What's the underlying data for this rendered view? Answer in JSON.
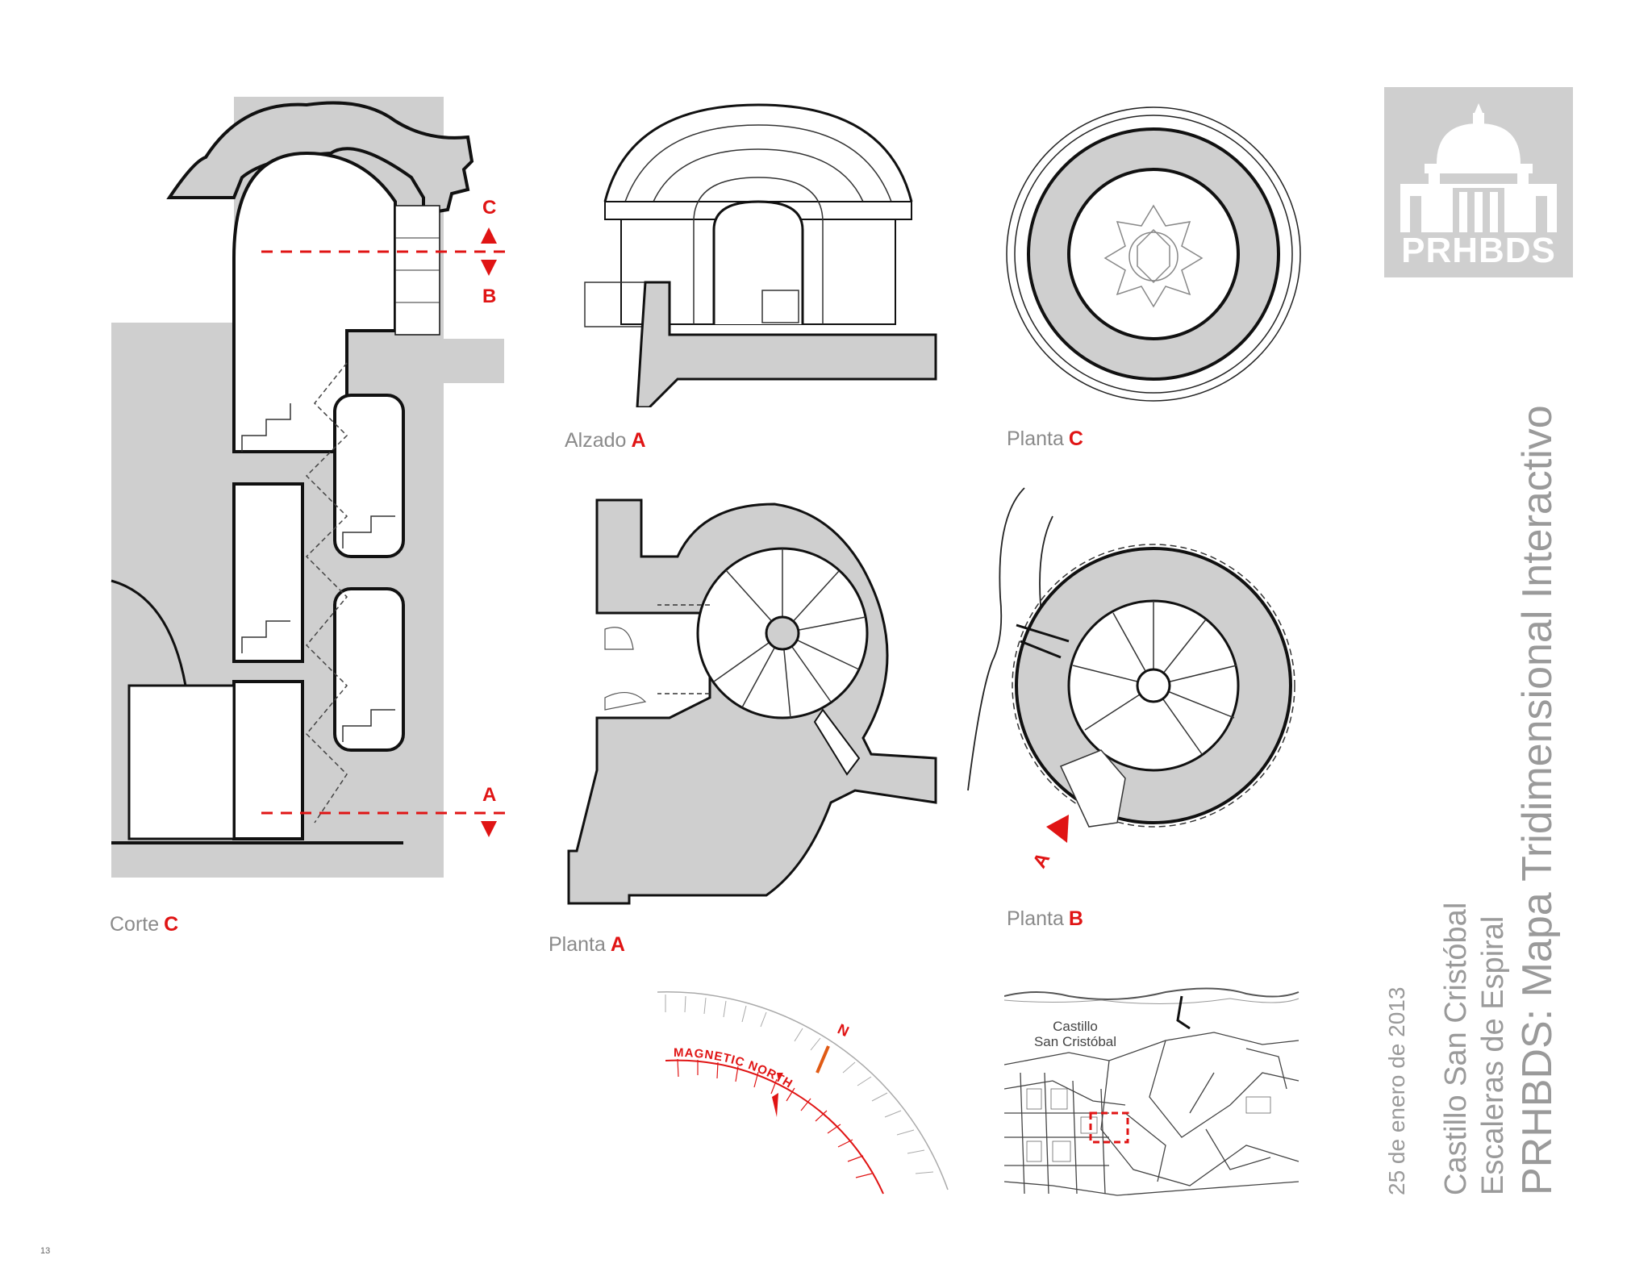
{
  "drawings": {
    "corte_c": {
      "name": "Corte",
      "key": "C"
    },
    "alzado_a": {
      "name": "Alzado",
      "key": "A"
    },
    "planta_c": {
      "name": "Planta",
      "key": "C"
    },
    "planta_a": {
      "name": "Planta",
      "key": "A"
    },
    "planta_b": {
      "name": "Planta",
      "key": "B"
    }
  },
  "section_markers": {
    "top_label": "C",
    "bottom_label": "B",
    "lower_label": "A",
    "plan_b_arrow": "A"
  },
  "compass": {
    "magnetic": "MAGNETIC NORTH",
    "north": "N"
  },
  "location_map": {
    "label_line1": "Castillo",
    "label_line2": "San Cristóbal"
  },
  "title_block": {
    "logo_text": "PRHBDS",
    "date": "25 de enero de 2013",
    "site": "Castillo San Cristóbal",
    "subject": "Escaleras de Espiral",
    "project": "PRHBDS: Mapa Tridimensional Interactivo"
  },
  "page_number": "13",
  "colors": {
    "accent": "#e01414",
    "fill": "#cfcfcf",
    "line": "#111111",
    "muted": "#8a8a8a"
  }
}
